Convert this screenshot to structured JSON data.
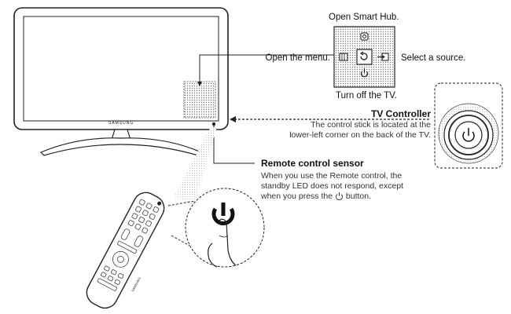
{
  "tv": {
    "brand": "SAMSUNG"
  },
  "remote": {
    "brand": "SAMSUNG"
  },
  "controller_panel": {
    "label_top": "Open Smart Hub.",
    "label_left": "Open the menu.",
    "label_right": "Select a source.",
    "label_bottom": "Turn off the TV."
  },
  "tv_controller": {
    "title": "TV Controller",
    "desc_line1": "The control stick is located at the",
    "desc_line2": "lower-left corner on the back of the TV."
  },
  "remote_sensor": {
    "title": "Remote control sensor",
    "desc_line1": "When you use the Remote control, the",
    "desc_line2": "standby LED does not respond, except",
    "desc_line3_pre": "when you press the",
    "desc_line3_post": "button."
  },
  "icons": {
    "smart_hub": "smart-hub-icon",
    "menu": "menu-icon",
    "return": "return-icon",
    "source": "source-icon",
    "power": "power-icon"
  }
}
